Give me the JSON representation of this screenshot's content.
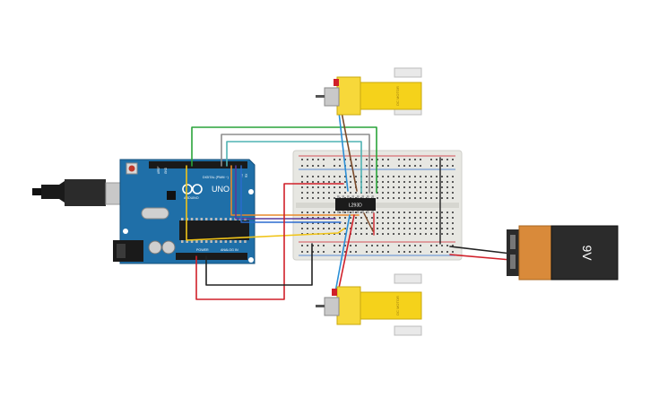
{
  "arduino": {
    "logo_text": "UNO",
    "brand_text": "ARDUINO",
    "digital_header": "DIGITAL (PWM ~)",
    "power_header": "POWER",
    "analog_header": "ANALOG IN",
    "aref": "AREF",
    "gnd": "GND",
    "tx": "TX",
    "rx": "RX"
  },
  "motors": {
    "top_label": "DC MOTOR",
    "bottom_label": "DC MOTOR"
  },
  "ic": {
    "label": "L293D"
  },
  "battery": {
    "label": "9V"
  },
  "colors": {
    "arduino_board": "#1f6fa8",
    "breadboard": "#e6e6e2",
    "motor_yellow": "#f5d21b",
    "battery_orange": "#d98a3a",
    "battery_black": "#2b2b2b",
    "wire_red": "#d0202a",
    "wire_black": "#222222",
    "wire_green": "#2aa43a",
    "wire_teal": "#4fb3b3",
    "wire_gray": "#8e8e8e",
    "wire_yellow": "#f0c419",
    "wire_orange": "#e8892a",
    "wire_purple": "#5a3a9a",
    "wire_blue": "#2b8fd6",
    "wire_brown": "#7a4a2a"
  }
}
